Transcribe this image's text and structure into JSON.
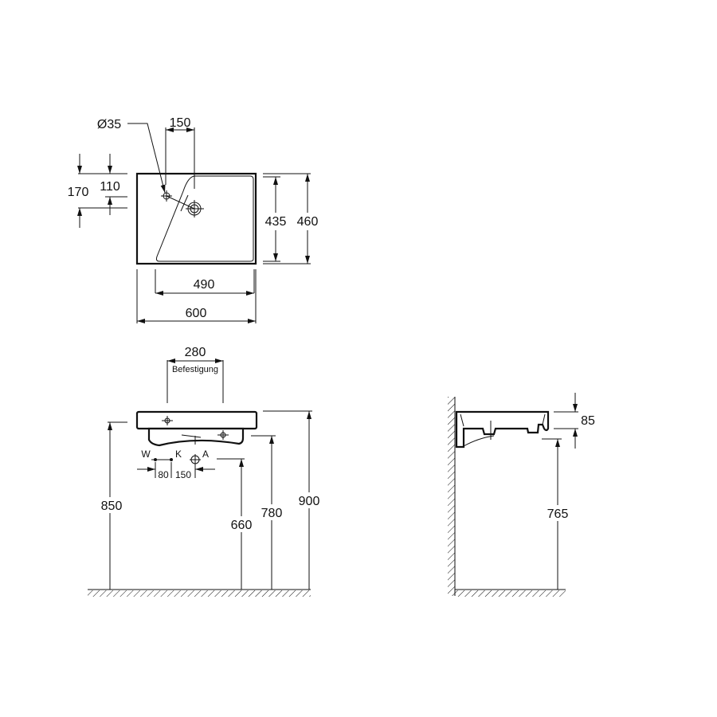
{
  "colors": {
    "line": "#111111",
    "background": "#ffffff"
  },
  "top_view": {
    "hole_diameter": "Ø35",
    "tap_offset": "150",
    "depth_170": "170",
    "depth_110": "110",
    "inner_depth": "435",
    "outer_depth": "460",
    "inner_width": "490",
    "outer_width": "600"
  },
  "front_view": {
    "fixing_distance": "280",
    "fixing_label": "Befestigung",
    "label_w": "W",
    "label_k": "K",
    "label_a": "A",
    "dim_80": "80",
    "dim_150": "150",
    "height_850": "850",
    "height_660": "660",
    "height_780": "780",
    "height_900": "900"
  },
  "side_view": {
    "basin_height": "85",
    "underside_height": "765"
  }
}
